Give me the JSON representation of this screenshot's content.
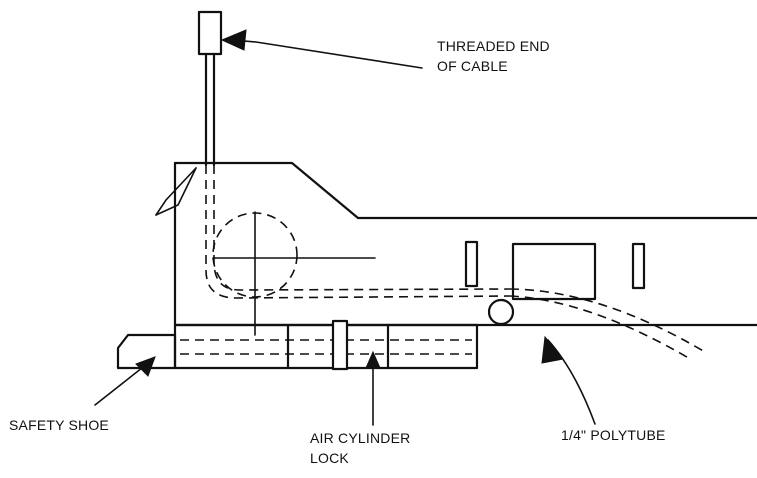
{
  "labels": {
    "threaded_end_line1": "THREADED END",
    "threaded_end_line2": "OF CABLE",
    "safety_shoe": "SAFETY SHOE",
    "air_cylinder_line1": "AIR CYLINDER",
    "air_cylinder_line2": "LOCK",
    "polytube": "1/4\" POLYTUBE"
  }
}
